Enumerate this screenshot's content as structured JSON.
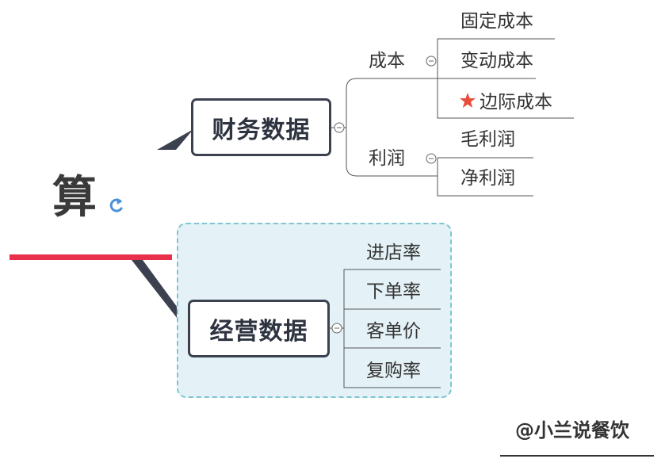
{
  "root": {
    "label": "算",
    "icon": "refresh-icon"
  },
  "finance": {
    "label": "财务数据",
    "children": [
      {
        "label": "成本",
        "items": [
          "固定成本",
          "变动成本",
          "边际成本"
        ]
      },
      {
        "label": "利润",
        "items": [
          "毛利润",
          "净利润"
        ]
      }
    ],
    "marked_item_icon": "star-icon"
  },
  "operations": {
    "label": "经营数据",
    "items": [
      "进店率",
      "下单率",
      "客单价",
      "复购率"
    ]
  },
  "watermark": "@小兰说餐饮",
  "colors": {
    "topic_border": "#3c4150",
    "main_branch": "#e8304a",
    "boundary_fill": "#e4f2f7",
    "boundary_border": "#7fc4d0",
    "star": "#e84c3d",
    "connector": "#555555"
  }
}
